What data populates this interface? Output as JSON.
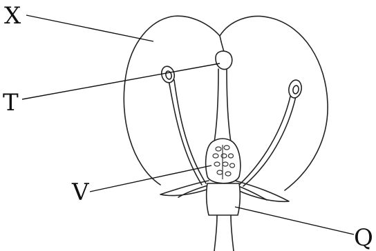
{
  "diagram": {
    "labels": {
      "x": "X",
      "t": "T",
      "v": "V",
      "q": "Q"
    },
    "line_color": "#222222",
    "background": "#ffffff"
  }
}
